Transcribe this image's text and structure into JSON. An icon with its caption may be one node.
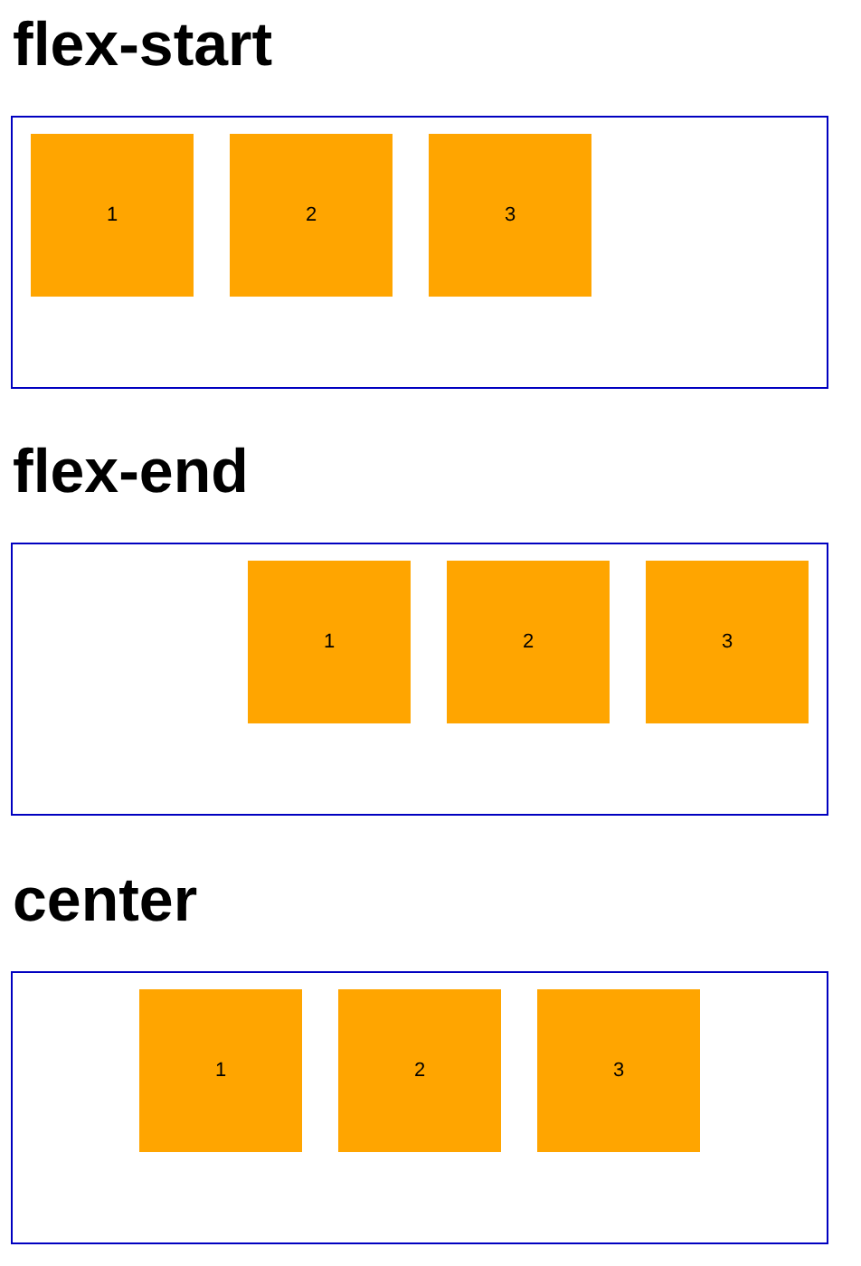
{
  "diagram": {
    "nodes": [
      {
        "text": [
          "flex-start"
        ]
      },
      {
        "text": [
          "1"
        ],
        "in": 0
      },
      {
        "text": [
          "2"
        ],
        "in": 0
      },
      {
        "text": [
          "3"
        ],
        "in": 0
      },
      {
        "text": [
          "flex-end"
        ]
      },
      {
        "text": [
          "1"
        ],
        "in": 4
      },
      {
        "text": [
          "2"
        ],
        "in": 4
      },
      {
        "text": [
          "3"
        ],
        "in": 4
      },
      {
        "text": [
          "center"
        ]
      },
      {
        "text": [
          "1"
        ],
        "in": 8
      },
      {
        "text": [
          "2"
        ],
        "in": 8
      },
      {
        "text": [
          "3"
        ],
        "in": 8
      }
    ]
  }
}
